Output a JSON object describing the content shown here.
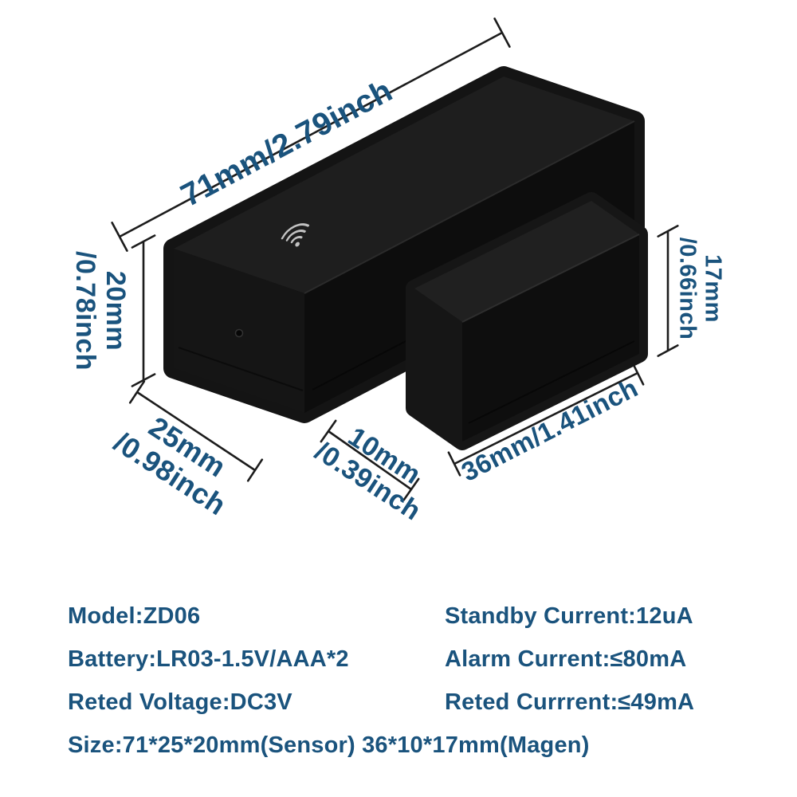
{
  "colors": {
    "annotation": "#1a537d",
    "bracket": "#1c1c1c",
    "device_black": "#141414",
    "background": "#ffffff"
  },
  "icons": [
    "wifi-icon",
    "led-indicator"
  ],
  "dimensions": {
    "sensor_length": "71mm/2.79inch",
    "sensor_height": [
      "20mm",
      "/0.78inch"
    ],
    "sensor_width": [
      "25mm",
      "/0.98inch"
    ],
    "magnet_width": [
      "10mm",
      "/0.39inch"
    ],
    "magnet_length": "36mm/1.41inch",
    "magnet_height": [
      "17mm",
      "/0.66inch"
    ]
  },
  "specs": {
    "model": "Model:ZD06",
    "battery": "Battery:LR03-1.5V/AAA*2",
    "voltage": "Reted Voltage:DC3V",
    "standby": "Standby Current:12uA",
    "alarm": "Alarm Current:≤80mA",
    "rated": "Reted Currrent:≤49mA",
    "size": "Size:71*25*20mm(Sensor) 36*10*17mm(Magen)"
  }
}
